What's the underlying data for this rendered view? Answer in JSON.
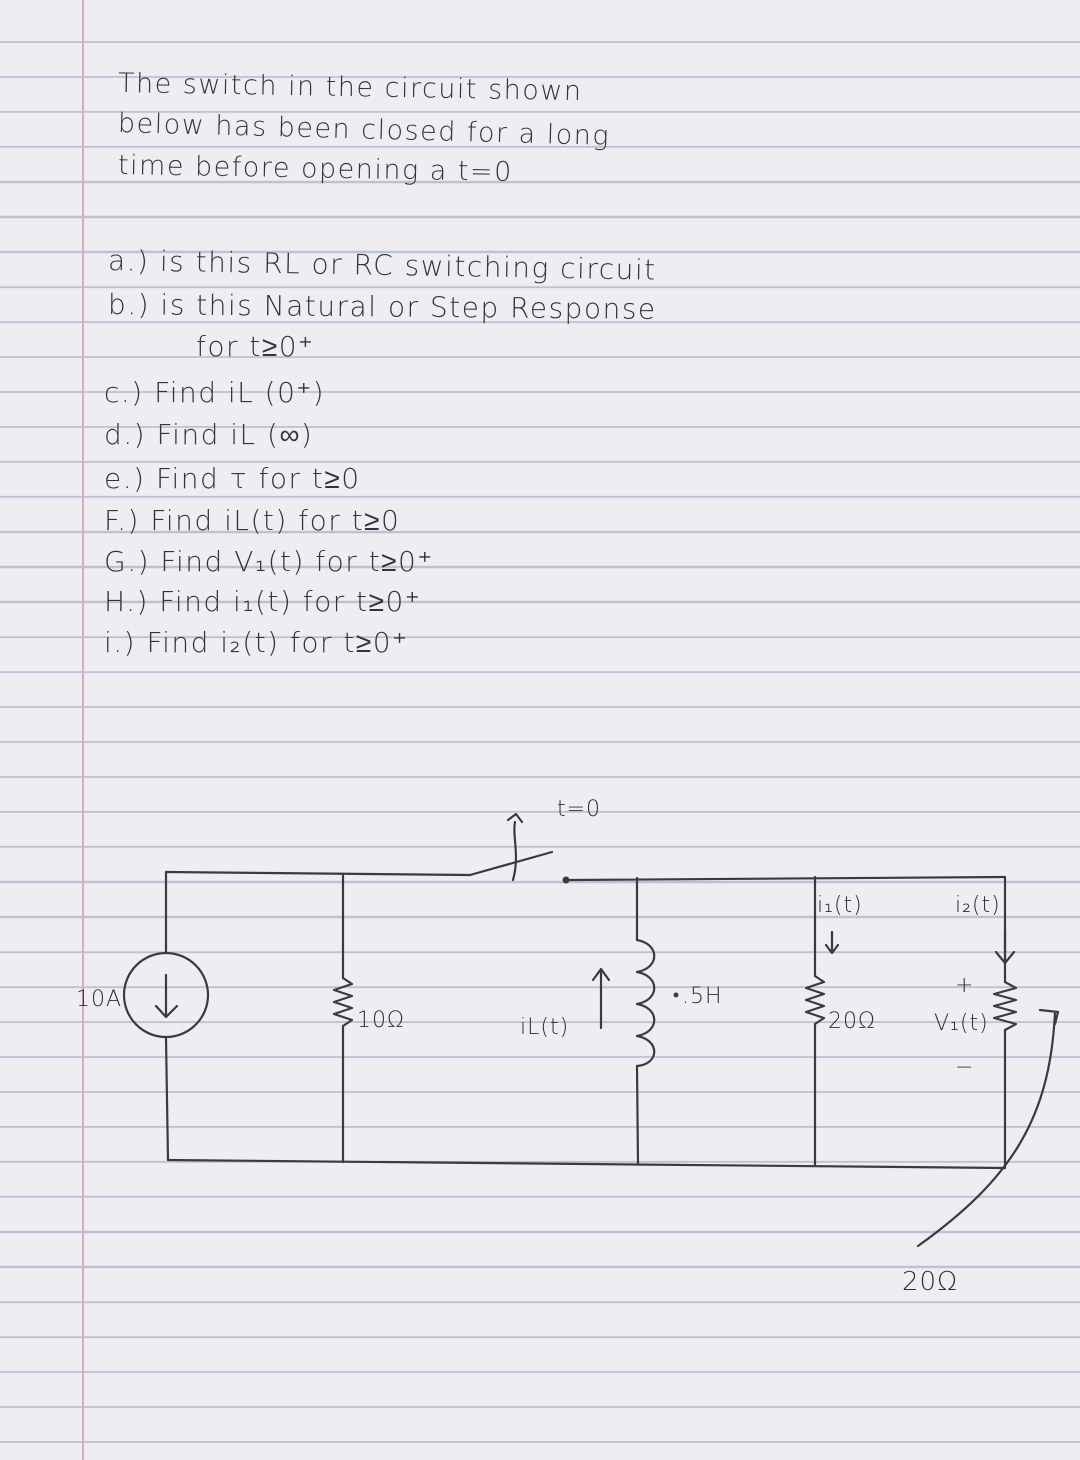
{
  "intro": {
    "line1": "The switch in the circuit shown",
    "line2": "below has been closed for a long",
    "line3": "time before opening a t=0"
  },
  "questions": {
    "a": "a.) is this RL or RC switching circuit",
    "b": "b.) is this Natural or Step Response",
    "b_cont": "for t≥0⁺",
    "c": "c.) Find iL (0⁺)",
    "d": "d.) Find iL (∞)",
    "e": "e.) Find τ for t≥0",
    "f": "F.) Find iL(t) for t≥0",
    "g": "G.) Find V₁(t) for t≥0⁺",
    "h": "H.) Find i₁(t) for t≥0⁺",
    "i": "i.) Find i₂(t) for t≥0⁺"
  },
  "circuit": {
    "switch_label": "t=0",
    "source_label": "10A",
    "r1_label": "10Ω",
    "inductor_label": ".5H",
    "il_label": "iL(t)",
    "i1_label": "i₁(t)",
    "i2_label": "i₂(t)",
    "r2_label": "20Ω",
    "v1_label": "V₁(t)",
    "v1_plus": "+",
    "v1_minus": "−",
    "r3_label": "20Ω"
  },
  "colors": {
    "paper": "#eeeef2",
    "rule_line": "#b9c3d6",
    "margin_line": "#e2a9b6",
    "ink": "#33333a"
  }
}
